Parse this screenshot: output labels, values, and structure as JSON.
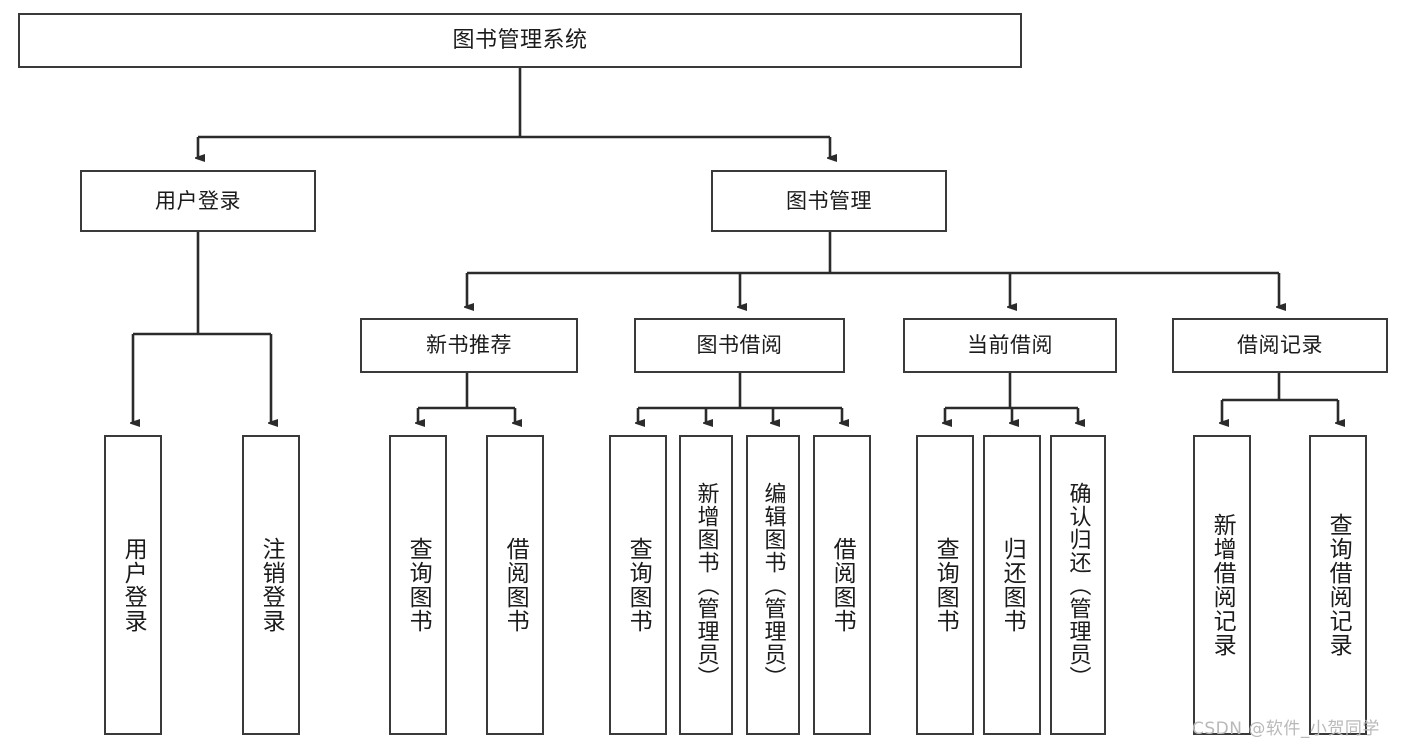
{
  "diagram": {
    "title": "图书管理系统",
    "watermark": "CSDN @软件_小贺同学",
    "colors": {
      "border": "#3a3a3a",
      "text": "#1b1b1b",
      "background": "#ffffff",
      "connector": "#2b2b2b",
      "watermark": "#b9b9b9"
    },
    "levels": {
      "root": "图书管理系统",
      "level2": [
        "用户登录",
        "图书管理"
      ],
      "level3": [
        "新书推荐",
        "图书借阅",
        "当前借阅",
        "借阅记录"
      ]
    },
    "nodes": {
      "root": {
        "label": "图书管理系统"
      },
      "user_login": {
        "label": "用户登录"
      },
      "book_manage": {
        "label": "图书管理"
      },
      "new_book_rec": {
        "label": "新书推荐"
      },
      "book_borrow": {
        "label": "图书借阅"
      },
      "current_borrow": {
        "label": "当前借阅"
      },
      "borrow_record": {
        "label": "借阅记录"
      },
      "leaf_user_login": {
        "label": "用户登录"
      },
      "leaf_user_logout": {
        "label": "注销登录"
      },
      "leaf_query_book_1": {
        "label": "查询图书"
      },
      "leaf_borrow_book_1": {
        "label": "借阅图书"
      },
      "leaf_query_book_2": {
        "label": "查询图书"
      },
      "leaf_add_book": {
        "label": "新增图书（管理员）"
      },
      "leaf_edit_book": {
        "label": "编辑图书（管理员）"
      },
      "leaf_borrow_book_2": {
        "label": "借阅图书"
      },
      "leaf_query_book_3": {
        "label": "查询图书"
      },
      "leaf_return_book": {
        "label": "归还图书"
      },
      "leaf_confirm_return": {
        "label": "确认归还（管理员）"
      },
      "leaf_add_record": {
        "label": "新增借阅记录"
      },
      "leaf_query_record": {
        "label": "查询借阅记录"
      }
    },
    "tree": [
      {
        "id": "root",
        "label": "图书管理系统",
        "children": [
          {
            "id": "user_login",
            "label": "用户登录",
            "children": [
              {
                "id": "leaf_user_login",
                "label": "用户登录"
              },
              {
                "id": "leaf_user_logout",
                "label": "注销登录"
              }
            ]
          },
          {
            "id": "book_manage",
            "label": "图书管理",
            "children": [
              {
                "id": "new_book_rec",
                "label": "新书推荐",
                "children": [
                  {
                    "id": "leaf_query_book_1",
                    "label": "查询图书"
                  },
                  {
                    "id": "leaf_borrow_book_1",
                    "label": "借阅图书"
                  }
                ]
              },
              {
                "id": "book_borrow",
                "label": "图书借阅",
                "children": [
                  {
                    "id": "leaf_query_book_2",
                    "label": "查询图书"
                  },
                  {
                    "id": "leaf_add_book",
                    "label": "新增图书（管理员）"
                  },
                  {
                    "id": "leaf_edit_book",
                    "label": "编辑图书（管理员）"
                  },
                  {
                    "id": "leaf_borrow_book_2",
                    "label": "借阅图书"
                  }
                ]
              },
              {
                "id": "current_borrow",
                "label": "当前借阅",
                "children": [
                  {
                    "id": "leaf_query_book_3",
                    "label": "查询图书"
                  },
                  {
                    "id": "leaf_return_book",
                    "label": "归还图书"
                  },
                  {
                    "id": "leaf_confirm_return",
                    "label": "确认归还（管理员）"
                  }
                ]
              },
              {
                "id": "borrow_record",
                "label": "借阅记录",
                "children": [
                  {
                    "id": "leaf_add_record",
                    "label": "新增借阅记录"
                  },
                  {
                    "id": "leaf_query_record",
                    "label": "查询借阅记录"
                  }
                ]
              }
            ]
          }
        ]
      }
    ]
  }
}
